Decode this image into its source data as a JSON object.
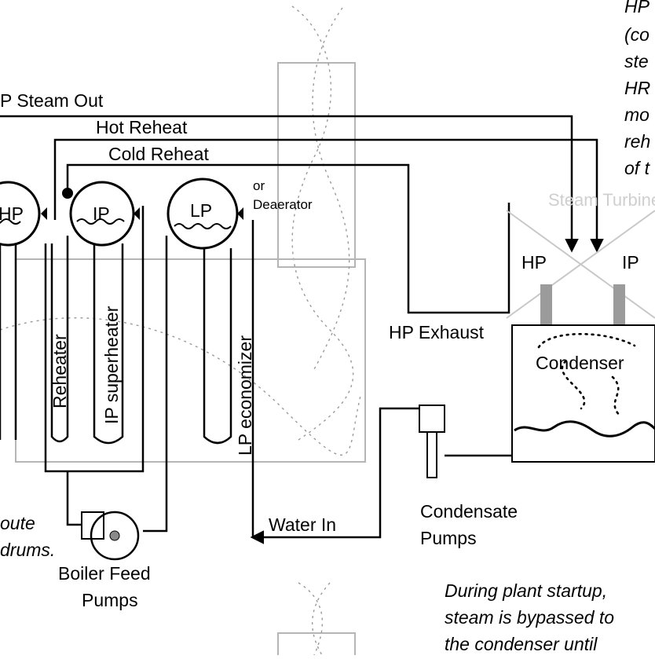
{
  "labels": {
    "hp_steam_out": "P Steam Out",
    "hot_reheat": "Hot Reheat",
    "cold_reheat": "Cold Reheat",
    "drum_hp": "HP",
    "drum_ip": "IP",
    "drum_lp": "LP",
    "or": "or",
    "deaerator": "Deaerator",
    "steam_turbine": "Steam Turbine",
    "turbine_hp": "HP",
    "turbine_ip": "IP",
    "hp_exhaust": "HP Exhaust",
    "condenser": "Condenser",
    "reheater": "Reheater",
    "ip_superheater": "IP superheater",
    "lp_economizer": "LP economizer",
    "water_in": "Water In",
    "condensate_pumps_1": "Condensate",
    "condensate_pumps_2": "Pumps",
    "boiler_feed_1": "Boiler Feed",
    "boiler_feed_2": "Pumps"
  },
  "notes": {
    "top_right": [
      "HP",
      "(co",
      "ste",
      "HR",
      "mo",
      "reh",
      "of t"
    ],
    "bottom_left": [
      "oute",
      "drums."
    ],
    "bottom_right": [
      "During plant startup,",
      "steam is bypassed to",
      "the condenser until"
    ]
  }
}
